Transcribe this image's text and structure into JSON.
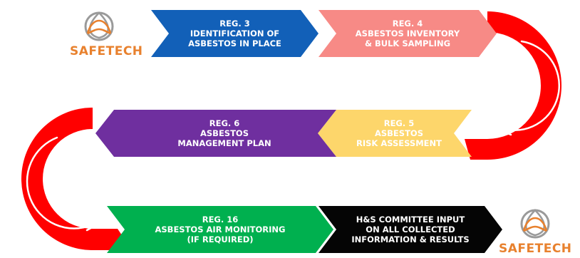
{
  "colors": {
    "reg3": "#1260b8",
    "reg4": "#f78a86",
    "reg5": "#fdd66b",
    "reg6": "#6f2f9f",
    "reg16": "#00b04f",
    "committee": "#050505",
    "curve": "#ff0000",
    "brand": "#e8812e",
    "logo_grey": "#9a9a9a"
  },
  "logo": {
    "icon": "triquetra-icon",
    "text": "SAFETECH"
  },
  "steps": [
    {
      "id": "reg3",
      "lines": [
        "REG. 3",
        "IDENTIFICATION OF",
        "ASBESTOS IN PLACE"
      ]
    },
    {
      "id": "reg4",
      "lines": [
        "REG. 4",
        "ASBESTOS INVENTORY",
        "& BULK SAMPLING"
      ]
    },
    {
      "id": "reg5",
      "lines": [
        "REG. 5",
        "ASBESTOS",
        "RISK ASSESSMENT"
      ]
    },
    {
      "id": "reg6",
      "lines": [
        "REG. 6",
        "ASBESTOS",
        "MANAGEMENT PLAN"
      ]
    },
    {
      "id": "reg16",
      "lines": [
        "REG. 16",
        "ASBESTOS AIR MONITORING",
        "(IF REQUIRED)"
      ]
    },
    {
      "id": "committee",
      "lines": [
        "H&S COMMITTEE INPUT",
        "ON ALL COLLECTED",
        "INFORMATION & RESULTS"
      ]
    }
  ]
}
